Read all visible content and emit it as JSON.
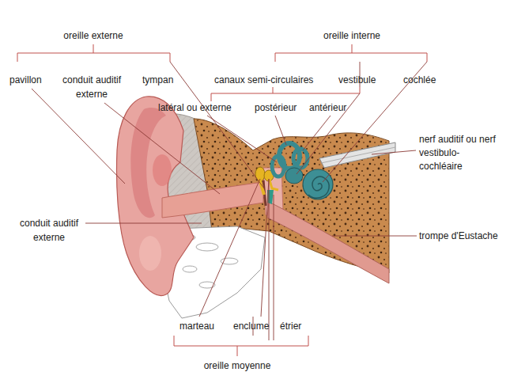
{
  "diagram": {
    "labels": [
      "oreille externe",
      "pavillon",
      "conduit auditif externe",
      "tympan",
      "oreille interne",
      "canaux semi-circulaires",
      "vestibule",
      "cochlée",
      "latéral ou externe",
      "postérieur",
      "antérieur",
      "nerf auditif ou nerf vestibulo-cochléaire",
      "conduit auditif externe",
      "trompe d'Eustache",
      "marteau",
      "enclume",
      "étrier",
      "oreille moyenne"
    ]
  }
}
